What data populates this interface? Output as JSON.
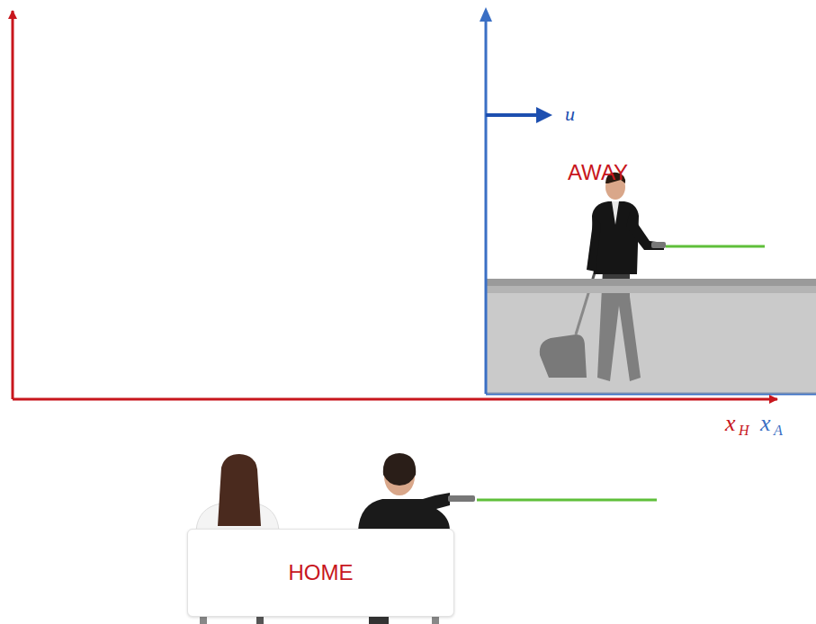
{
  "diagram": {
    "nodes": [
      {
        "text": [
          "HOME"
        ]
      }
    ],
    "edges": [],
    "labels": [
      "u",
      "AWAY",
      "x",
      "H",
      "x",
      "A"
    ]
  }
}
